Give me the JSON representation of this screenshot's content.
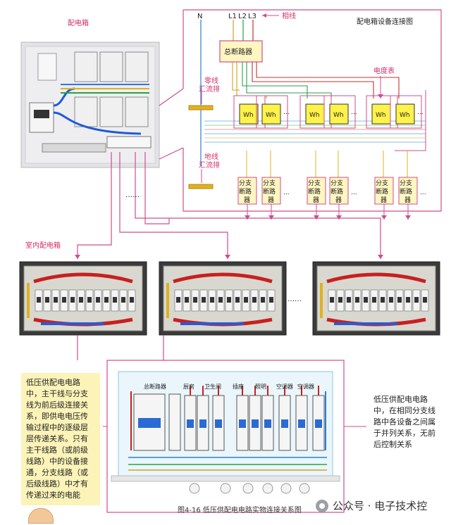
{
  "labels": {
    "distribution_box": "配电箱",
    "diagram_title": "配电箱设备连接图",
    "phase_line": "相线",
    "neutral": "N",
    "l1": "L1",
    "l2": "L2",
    "l3": "L3",
    "main_breaker": "总断路器",
    "neutral_bus": "零线汇流排",
    "ground_bus": "地线汇流排",
    "meter": "电度表",
    "wh": "Wh",
    "ellipsis": "...",
    "branch_breaker": "分支断路器",
    "indoor_box": "室内配电箱",
    "dots": "……"
  },
  "branch_breaker_count": 6,
  "meter_count": 6,
  "panel_labels": [
    "总断路器",
    "厨房",
    "卫生间",
    "插座",
    "照明",
    "空调器",
    "空调器"
  ],
  "notes": {
    "left": "低压供配电电路中，主干线与分支线为前后级连接关系，即供电电压传输过程中的逐级层层传递关系。只有主干线路（或前级线路）中的设备接通，分支线路（或后级线路）中才有传递过来的电能",
    "right": "低压供配电电路中，在相同分支线路中各设备之间属于并列关系，无前后控制关系"
  },
  "caption": "图4-16  低压供配电电路实物连接关系图",
  "watermark": "公众号 · 电子技术控",
  "colors": {
    "accent": "#d0306a",
    "note_bg": "#fbf3b8",
    "meter_fill": "#fff24a",
    "breaker_fill": "#fff6c2"
  }
}
